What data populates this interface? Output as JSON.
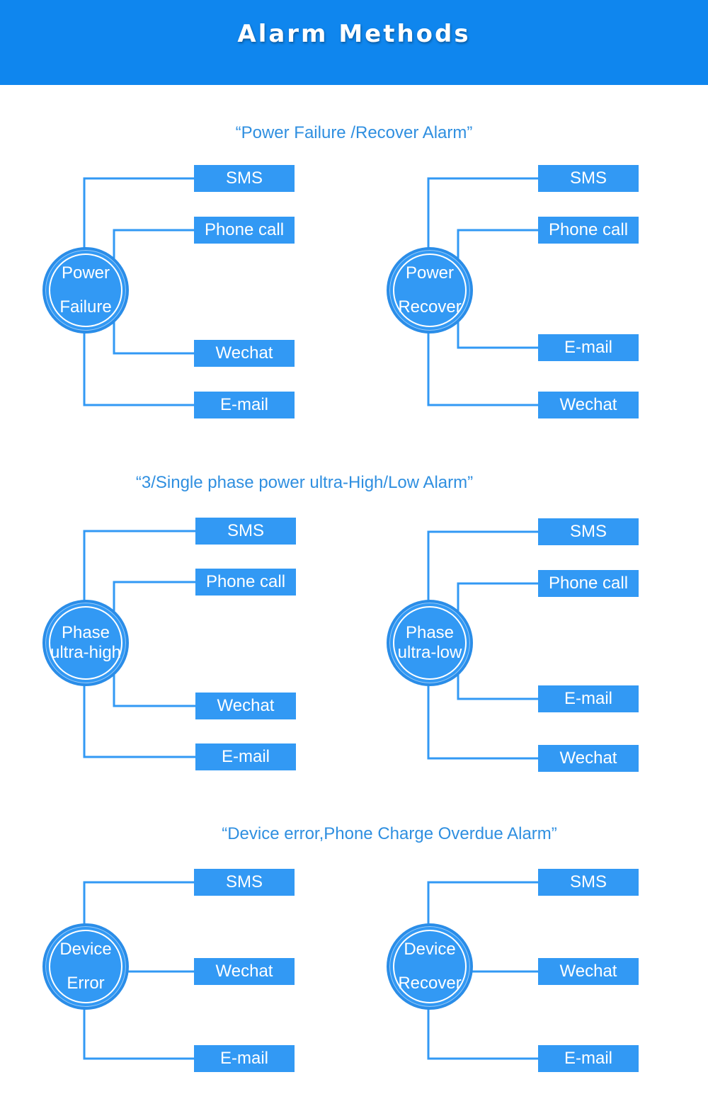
{
  "header": {
    "title": "Alarm Methods"
  },
  "sections": [
    {
      "title": "“Power Failure /Recover Alarm”",
      "diagrams": [
        {
          "center": [
            "Power",
            "Failure"
          ],
          "channels": [
            "SMS",
            "Phone call",
            "Wechat",
            "E-mail"
          ]
        },
        {
          "center": [
            "Power",
            "Recover"
          ],
          "channels": [
            "SMS",
            "Phone call",
            "E-mail",
            "Wechat"
          ]
        }
      ]
    },
    {
      "title": "“3/Single phase power ultra-High/Low Alarm”",
      "diagrams": [
        {
          "center": [
            "Phase",
            "ultra-high"
          ],
          "channels": [
            "SMS",
            "Phone call",
            "Wechat",
            "E-mail"
          ]
        },
        {
          "center": [
            "Phase",
            "ultra-low"
          ],
          "channels": [
            "SMS",
            "Phone call",
            "E-mail",
            "Wechat"
          ]
        }
      ]
    },
    {
      "title": "“Device error,Phone Charge Overdue Alarm”",
      "diagrams": [
        {
          "center": [
            "Device",
            "Error"
          ],
          "channels": [
            "SMS",
            "Wechat",
            "E-mail"
          ]
        },
        {
          "center": [
            "Device",
            "Recover"
          ],
          "channels": [
            "SMS",
            "Wechat",
            "E-mail"
          ]
        }
      ]
    }
  ],
  "colors": {
    "header": "#0f86ee",
    "accent": "#3299f4",
    "title_text": "#2f8fe0"
  }
}
